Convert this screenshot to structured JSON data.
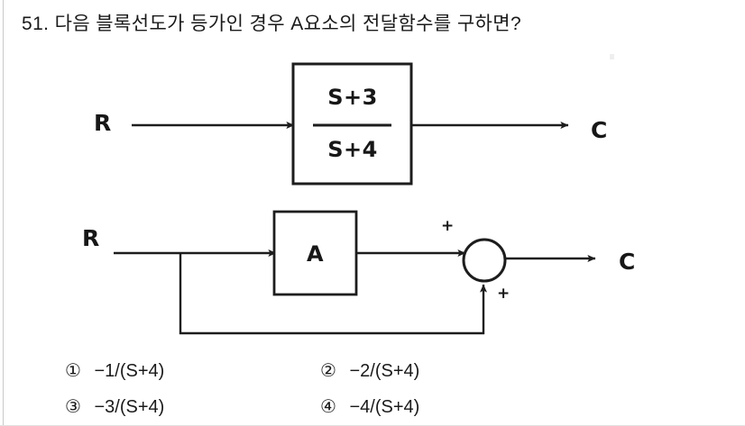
{
  "question": {
    "number": "51.",
    "text": "51. 다음 블록선도가 등가인 경우 A요소의 전달함수를 구하면?"
  },
  "diagram_top": {
    "name": "equivalent-transfer-function-block-diagram",
    "input_label": "R",
    "output_label": "C",
    "block": {
      "numerator": "S+3",
      "denominator": "S+4"
    }
  },
  "diagram_bottom": {
    "name": "feedforward-summing-block-diagram",
    "input_label": "R",
    "output_label": "C",
    "block_label": "A",
    "summing_junction": {
      "sign_top": "+",
      "sign_bottom": "+"
    }
  },
  "choices": [
    {
      "marker": "①",
      "text": "−1/(S+4)"
    },
    {
      "marker": "②",
      "text": "−2/(S+4)"
    },
    {
      "marker": "③",
      "text": "−3/(S+4)"
    },
    {
      "marker": "④",
      "text": "−4/(S+4)"
    }
  ],
  "colors": {
    "ink": "#171717",
    "page": "#ffffff",
    "scan_edge": "#c9c9c9"
  }
}
